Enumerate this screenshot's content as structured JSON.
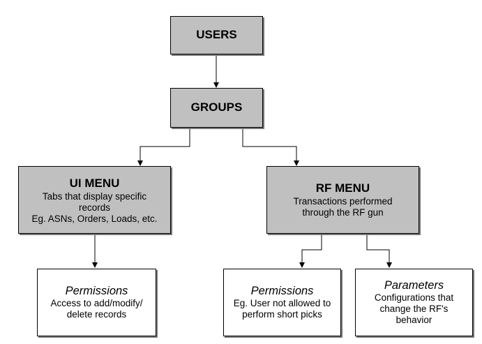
{
  "diagram": {
    "users": {
      "title": "USERS"
    },
    "groups": {
      "title": "GROUPS"
    },
    "ui_menu": {
      "title": "UI MENU",
      "desc_line1": "Tabs that display specific",
      "desc_line2": "records",
      "desc_line3": "Eg. ASNs, Orders, Loads, etc."
    },
    "rf_menu": {
      "title": "RF MENU",
      "desc_line1": "Transactions performed",
      "desc_line2": "through the RF gun"
    },
    "ui_permissions": {
      "title": "Permissions",
      "desc_line1": "Access to add/modify/",
      "desc_line2": "delete records"
    },
    "rf_permissions": {
      "title": "Permissions",
      "desc_line1": "Eg. User not allowed to",
      "desc_line2": "perform short picks"
    },
    "rf_parameters": {
      "title": "Parameters",
      "desc_line1": "Configurations that",
      "desc_line2": "change the RF's",
      "desc_line3": "behavior"
    }
  },
  "colors": {
    "box_fill_gray": "#c0c0c0",
    "box_fill_white": "#ffffff",
    "line": "#000000",
    "shadow": "#777777"
  }
}
